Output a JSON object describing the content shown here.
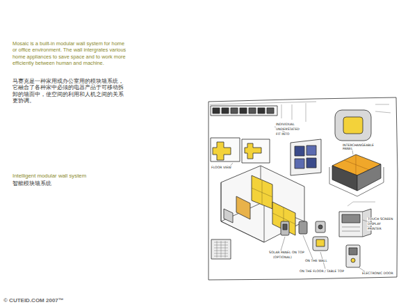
{
  "diagram": {
    "title": "Intelligent modular wall system",
    "labels": [
      "Mosaic is a built-in modular wall system for home or office environment. The wall intergrates various home appliances to save space and to work more efficiently between human and machine.",
      "马赛克是一种家用或办公室用的模块墙系统，它融合了各种家中必须的电器产品于可移动拆卸的墙面中，使空间的利用和人机之间的关系更协调。",
      "智能模块墙系统",
      "INDIVIDUAL",
      "UNDERSTATED",
      "FIT INTO",
      "FLOOR VIEW",
      "INTERCHANGEABLE PANEL",
      "SOLAR PANEL ON TOP",
      "(OPTIONAL)",
      "ON THE WALL",
      "ON THE FLOOR / TABLE TOP",
      "TOUCH SCREEN",
      "DISPLAY",
      "PRINTER",
      "ELECTRONIC DOOR",
      "© CUTEID.COM 2007™"
    ]
  }
}
